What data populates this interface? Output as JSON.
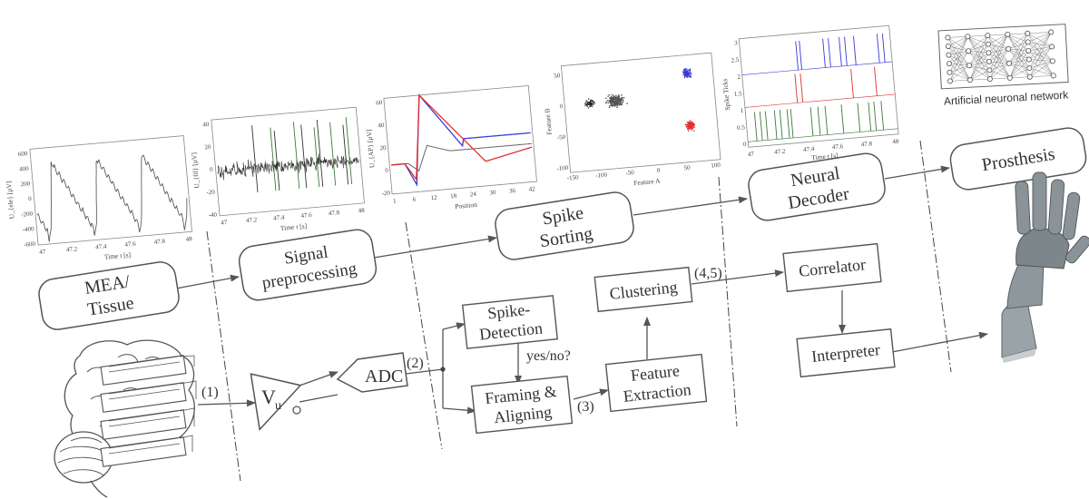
{
  "blocks": {
    "mea": [
      "MEA/",
      "Tissue"
    ],
    "preproc": [
      "Signal",
      "preprocessing"
    ],
    "spike_sorting": [
      "Spike",
      "Sorting"
    ],
    "neural_decoder": [
      "Neural",
      "Decoder"
    ],
    "prosthesis": "Prosthesis",
    "amplifier": "V",
    "amplifier_sub": "u",
    "adc": "ADC",
    "spike_detection": [
      "Spike-",
      "Detection"
    ],
    "framing": [
      "Framing &",
      "Aligning"
    ],
    "clustering": "Clustering",
    "feature_extraction": [
      "Feature",
      "Extraction"
    ],
    "correlator": "Correlator",
    "interpreter": "Interpreter"
  },
  "annotations": {
    "n1": "(1)",
    "n2": "(2)",
    "n3": "(3)",
    "n45": "(4,5)",
    "yes_no": "yes/no?",
    "ann_caption": "Artificial neuronal network"
  },
  "plots": {
    "raw": {
      "ylabel": "U_{ele} [µV]",
      "xlabel": "Time t [s]",
      "yticks": [
        "600",
        "400",
        "200",
        "0",
        "-200",
        "-400",
        "-600"
      ],
      "xticks": [
        "47",
        "47.2",
        "47.4",
        "47.6",
        "47.8",
        "48"
      ]
    },
    "filtered": {
      "ylabel": "U_{fil} [µV]",
      "xlabel": "Time t [s]",
      "yticks": [
        "40",
        "20",
        "0",
        "-20",
        "-40"
      ],
      "xticks": [
        "47",
        "47.2",
        "47.4",
        "47.6",
        "47.8",
        "48"
      ]
    },
    "waveforms": {
      "ylabel": "U_{AP} [µV]",
      "xlabel": "Position",
      "yticks": [
        "60",
        "40",
        "20",
        "0",
        "-20"
      ],
      "xticks": [
        "1",
        "6",
        "12",
        "18",
        "24",
        "30",
        "36",
        "42"
      ]
    },
    "features": {
      "ylabel": "Feature B",
      "xlabel": "Feature A",
      "yticks": [
        "50",
        "0",
        "-50",
        "-100"
      ],
      "xticks": [
        "-150",
        "-100",
        "-50",
        "0",
        "50",
        "100"
      ]
    },
    "ticks": {
      "ylabel": "Spike Ticks",
      "xlabel": "Time t [s]",
      "yticks": [
        "3",
        "2.5",
        "2",
        "1.5",
        "1",
        "0.5",
        "0"
      ],
      "xticks": [
        "47",
        "47.2",
        "47.4",
        "47.6",
        "47.8",
        "48"
      ]
    }
  },
  "colors": {
    "stroke": "#5a5a5a",
    "cluster_gray": "#555555",
    "cluster_blue": "#3a3ad8",
    "cluster_red": "#e03030",
    "cluster_dark": "#222222",
    "spike_green": "#3c7a3c"
  }
}
